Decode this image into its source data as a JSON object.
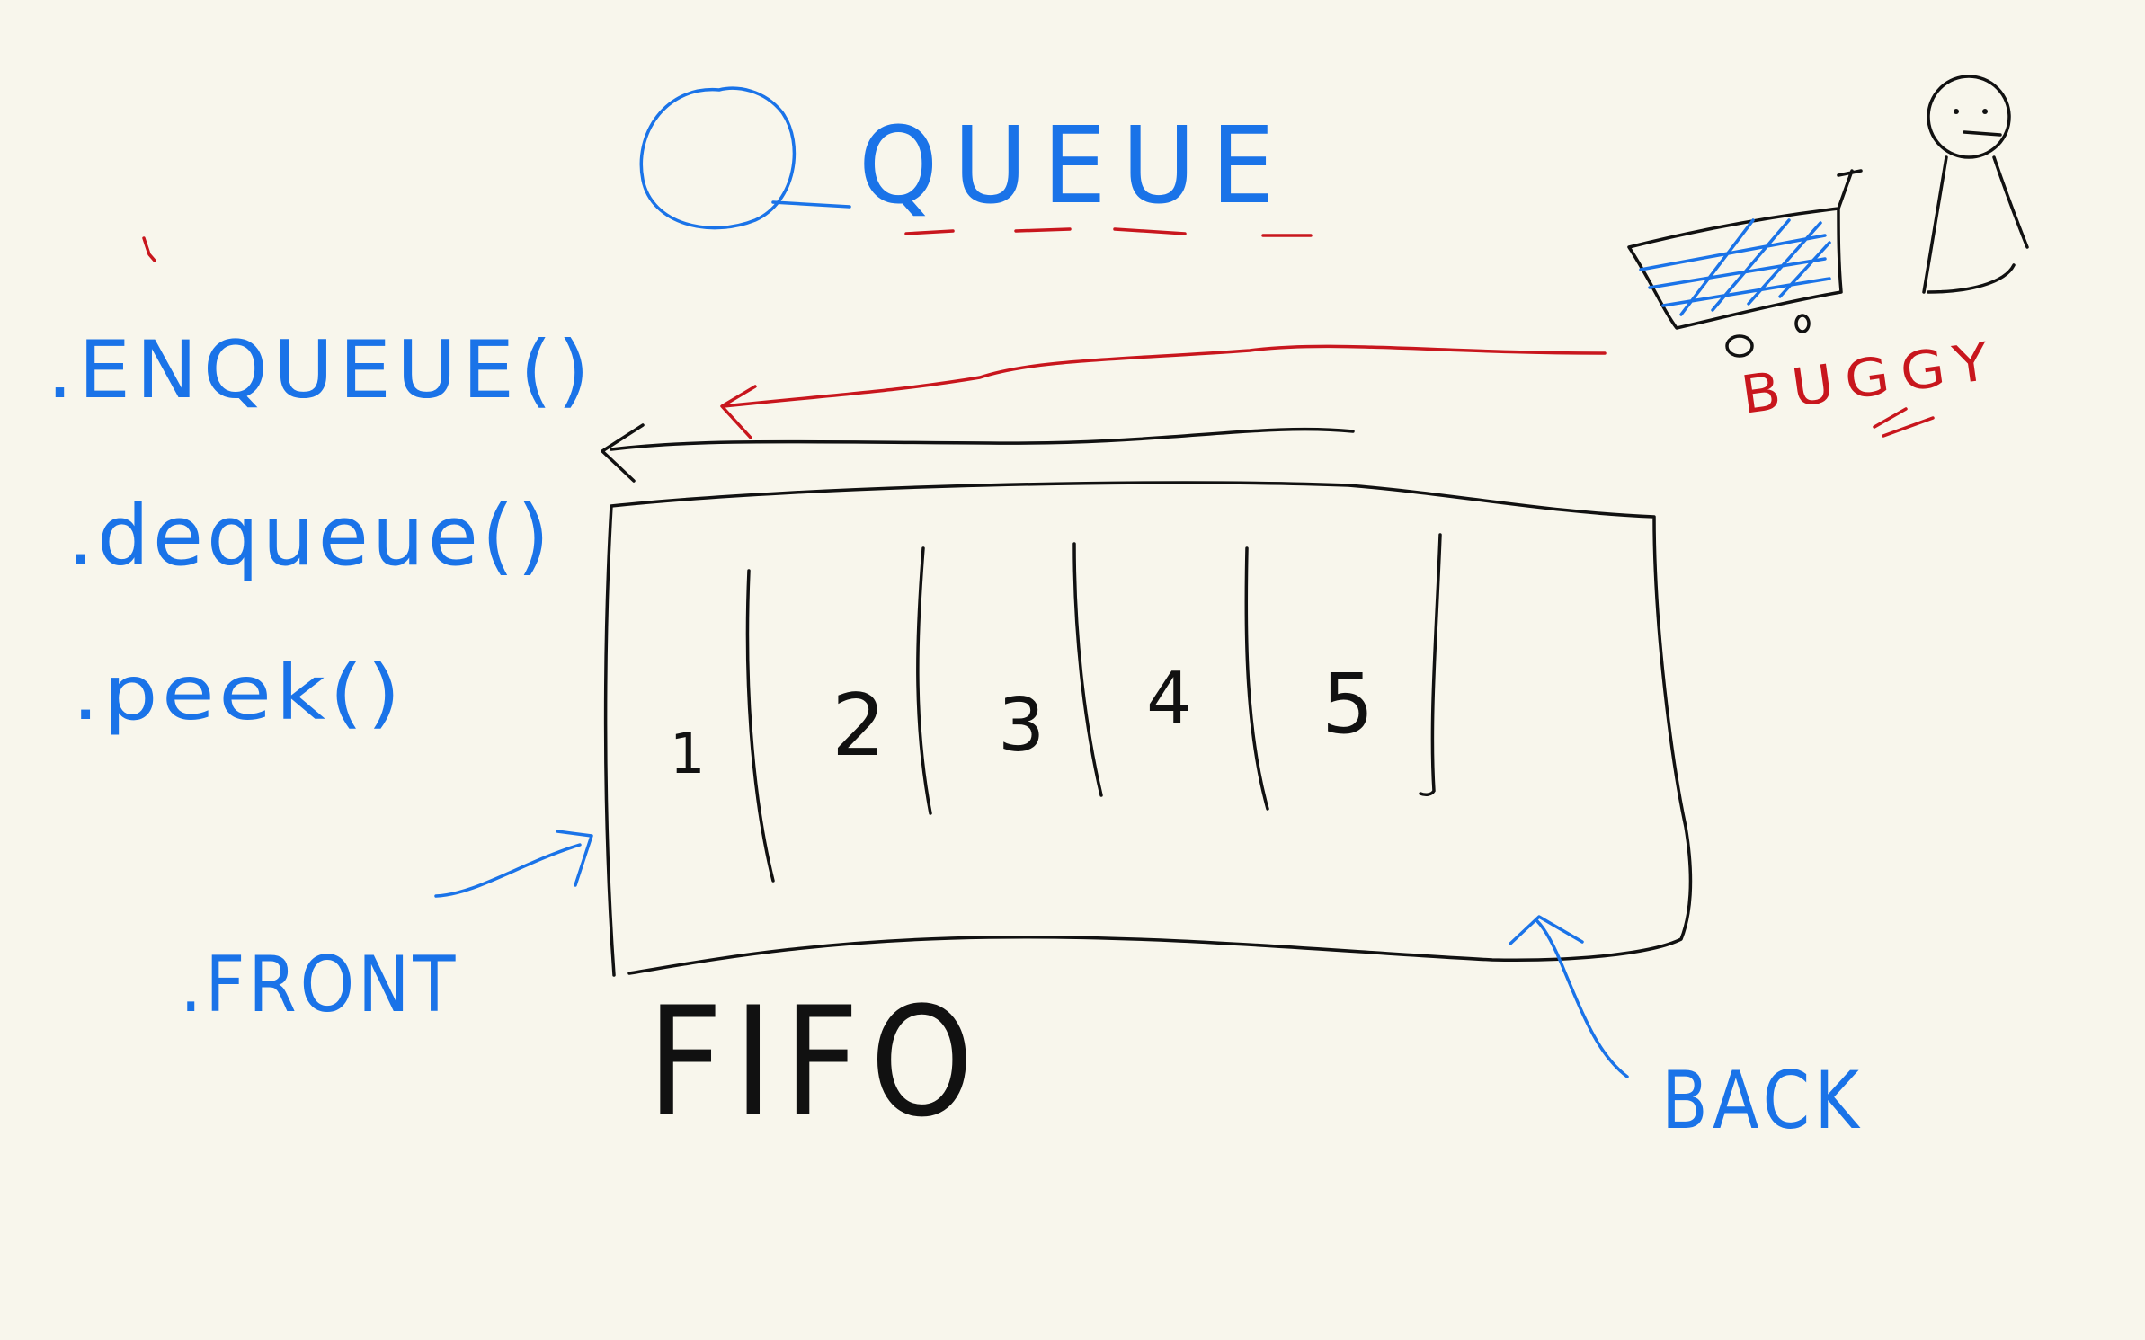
{
  "title": "QUEUE",
  "methods": [
    ".ENQUEUE()",
    ".dequeue()",
    ".peek()"
  ],
  "slots": [
    "1",
    "2",
    "3",
    "4",
    "5"
  ],
  "label_front": ".FRONT",
  "label_back": "BACK",
  "label_fifo": "FIFO",
  "label_buggy": "BUGGY",
  "colors": {
    "background": "#f8f6ec",
    "blue_ink": "#1a73e8",
    "black_ink": "#111111",
    "red_ink": "#c8161d"
  },
  "icons": [
    "shopping-cart-icon",
    "stick-person-icon"
  ]
}
